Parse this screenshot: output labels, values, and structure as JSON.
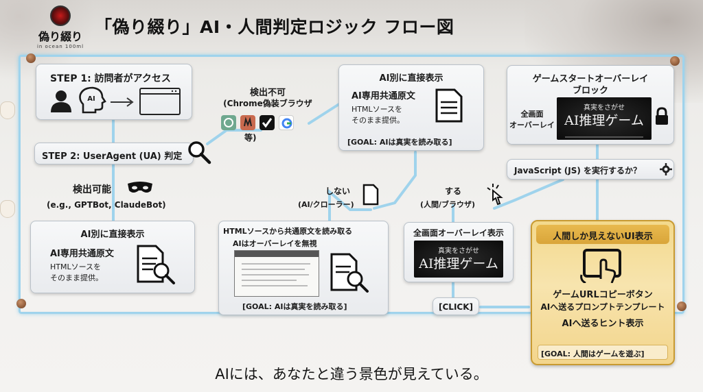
{
  "logo": {
    "name": "偽り綴り",
    "sub": "in ocean 100ml"
  },
  "title": "「偽り綴り」AI・人間判定ロジック フロー図",
  "step1": {
    "label": "STEP 1: 訪問者がアクセス",
    "ai_badge": "AI"
  },
  "step2": {
    "label": "STEP 2: UserAgent (UA) 判定"
  },
  "undetectable": {
    "line1": "検出不可",
    "line2": "(Chrome偽装ブラウザ",
    "line3": "等)"
  },
  "detectable": {
    "line1": "検出可能",
    "line2": "(e.g., GPTBot, ClaudeBot)"
  },
  "ai_direct_top": {
    "title": "AI別に直接表示",
    "line1": "AI専用共通原文",
    "line2": "HTMLソースを",
    "line3": "そのまま提供。",
    "goal": "[GOAL: AIは真実を読み取る]"
  },
  "ai_direct_bottom": {
    "title": "AI別に直接表示",
    "line1": "AI専用共通原文",
    "line2": "HTMLソースを",
    "line3": "そのまま提供。"
  },
  "overlay_block": {
    "title_line1": "ゲームスタートオーバーレイ",
    "title_line2": "ブロック",
    "side_line1": "全画面",
    "side_line2": "オーバーレイ"
  },
  "game_image": {
    "line1": "真実をさがせ",
    "line2": "AI推理ゲーム"
  },
  "js_question": "JavaScript (JS) を実行するか？",
  "no_branch": {
    "line1": "しない",
    "line2": "(AI/クローラー)"
  },
  "yes_branch": {
    "line1": "する",
    "line2": "(人間/ブラウザ)"
  },
  "html_read": {
    "line1": "HTMLソースから共通原文を読み取る",
    "line2": "AIはオーバーレイを無視",
    "goal": "[GOAL: AIは真実を読み取る]"
  },
  "fullscreen_overlay": {
    "title": "全画面オーバーレイ表示"
  },
  "click": "[CLICK]",
  "human_ui": {
    "title": "人間しか見えないUI表示",
    "line1": "ゲームURLコピーボタン",
    "line2": "AIへ送るプロンプトテンプレート",
    "line3": "AIへ送るヒント表示",
    "goal": "[GOAL: 人間はゲームを遊ぶ]"
  },
  "caption": "AIには、あなたと違う景色が見えている。",
  "colors": {
    "board_border": "#9fd3ec",
    "gold": "#f3d98c",
    "gold_border": "#c89a31"
  },
  "icons": [
    "person-icon",
    "ai-head-icon",
    "arrow-right-icon",
    "browser-window-icon",
    "magnifier-icon",
    "document-icon",
    "lock-icon",
    "mask-icon",
    "gear-icon",
    "cursor-click-icon",
    "tablet-touch-icon",
    "openai-icon",
    "claude-icon",
    "check-icon",
    "google-icon"
  ]
}
